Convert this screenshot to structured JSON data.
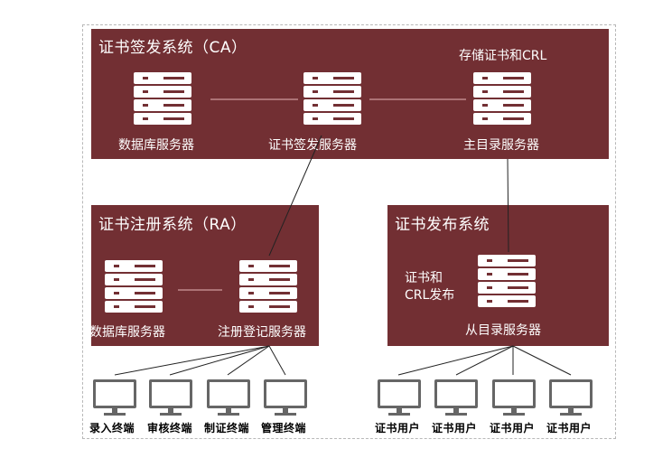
{
  "ca": {
    "title": "证书签发系统（CA）",
    "note": "存储证书和CRL",
    "servers": [
      {
        "label": "数据库服务器",
        "icon": "server-icon"
      },
      {
        "label": "证书签发服务器",
        "icon": "server-icon"
      },
      {
        "label": "主目录服务器",
        "icon": "server-icon"
      }
    ]
  },
  "ra": {
    "title": "证书注册系统（RA）",
    "servers": [
      {
        "label": "数据库服务器",
        "icon": "server-icon"
      },
      {
        "label": "注册登记服务器",
        "icon": "server-icon"
      }
    ],
    "terminals": [
      "录入终端",
      "审核终端",
      "制证终端",
      "管理终端"
    ]
  },
  "pub": {
    "title": "证书发布系统",
    "note_line1": "证书和",
    "note_line2": "CRL发布",
    "server": {
      "label": "从目录服务器",
      "icon": "server-icon"
    },
    "users": [
      "证书用户",
      "证书用户",
      "证书用户",
      "证书用户"
    ]
  },
  "colors": {
    "panel": "#722f33",
    "monitor": "#666666",
    "connector": "#222222"
  }
}
